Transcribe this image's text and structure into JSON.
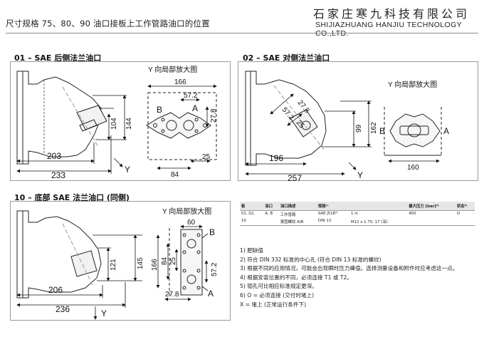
{
  "header": {
    "title": "尺寸规格 75、80、90   油口接板上工作管路油口的位置",
    "company_cn": "石家庄寒九科技有限公司",
    "company_en": "SHIJIAZHUANG HANJIU TECHNOLOGY CO.,LTD."
  },
  "sections": {
    "s01": {
      "title": "01 – SAE 后侧法兰油口",
      "detail_title": "Y 向局部放大图",
      "dims": {
        "d104": "104",
        "d144": "144",
        "d203": "203",
        "d233": "233",
        "d166": "166",
        "d572": "57.2",
        "d278": "27.8",
        "d84": "84",
        "d25": "25"
      },
      "port_a": "A",
      "port_b": "B",
      "view_y": "Y"
    },
    "s02": {
      "title": "02 – SAE 对侧法兰油口",
      "detail_title": "Y 向局部放大图",
      "dims": {
        "d278": "27.8",
        "d572": "57.2",
        "d25": "25",
        "d99": "99",
        "d162": "162",
        "d196": "196",
        "d257": "257",
        "d160": "160"
      },
      "port_a": "A",
      "port_b": "B",
      "view_y": "Y"
    },
    "s10": {
      "title": "10 – 底部 SAE 法兰油口 (同侧)",
      "detail_title": "Y 向局部放大图",
      "dims": {
        "d121": "121",
        "d145": "145",
        "d206": "206",
        "d236": "236",
        "d60": "60",
        "d166": "166",
        "d84": "84",
        "d25": "25",
        "d572": "57.2",
        "d278": "27.8"
      },
      "port_a": "A",
      "port_b": "B",
      "view_y": "Y"
    }
  },
  "table": {
    "headers": [
      "板",
      "油口",
      "油口描述",
      "规格¹⁾",
      "",
      "最大压力 [bar]²⁾",
      "状态⁶⁾"
    ],
    "rows": [
      [
        "01, 02,",
        "A, B",
        "工作管路",
        "SAE J518³⁾",
        "1 in",
        "450",
        "O"
      ],
      [
        "10",
        "",
        "紧固螺纹 A/B",
        "DIN 13",
        "M12 x 1.75; 17 (深)",
        "",
        ""
      ]
    ]
  },
  "notes": [
    "1) 肥缺值",
    "2) 符合 DIN 332 标准的中心孔 (符合 DIN 13 标准的螺纹)",
    "3) 根据不同的应用情况，可能会出现瞬时压力峰值。选择测量设备和附件时应考虑这一点。",
    "4) 根据安装位置的不同，必须连接 T1 或 T2。",
    "5) 锪孔可比相应标准规定更深。",
    "6) O = 必须连接 (交付时堵上)",
    "X = 堵上 (正常运行条件下)"
  ]
}
